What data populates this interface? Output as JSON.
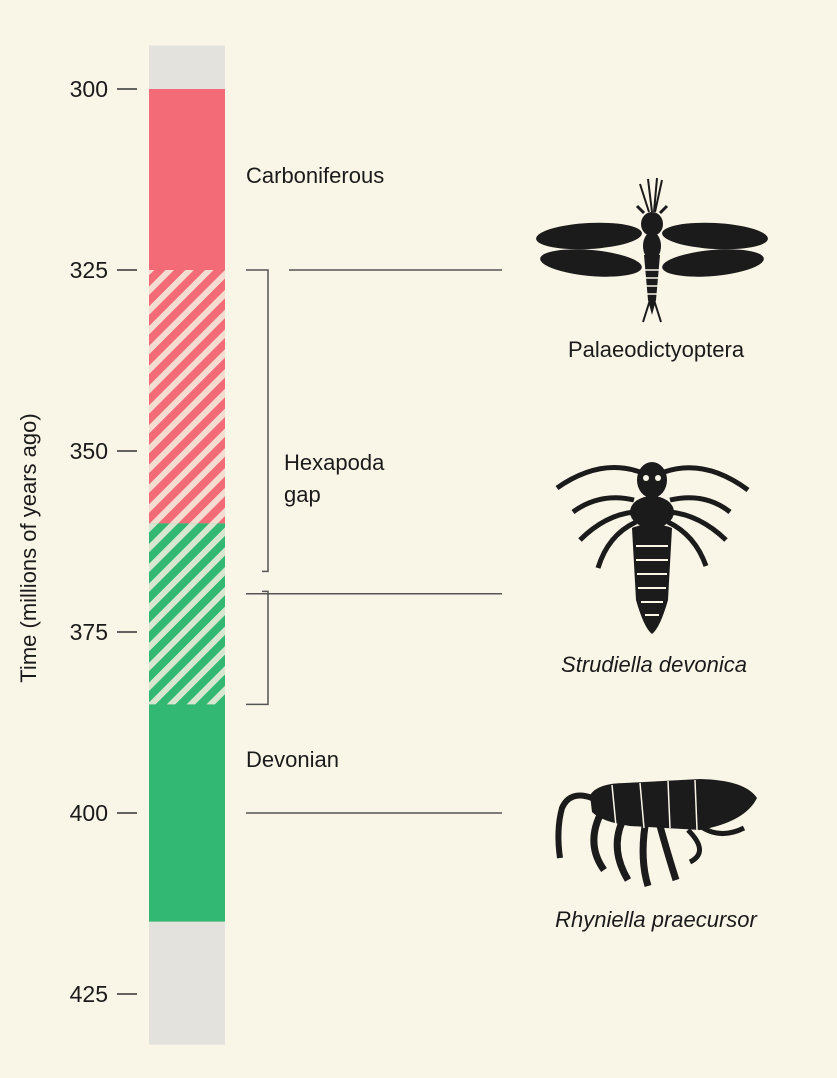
{
  "colors": {
    "background": "#f9f5e7",
    "carboniferous": "#f26b77",
    "devonian": "#32b872",
    "outside_range": "#e3e2dc",
    "hatch_stripe": "#f5f0e1",
    "ink": "#1b1b1b",
    "line": "#555555"
  },
  "axis": {
    "label": "Time (millions of years ago)",
    "min": 294,
    "max": 432,
    "ticks": [
      300,
      325,
      350,
      375,
      400,
      425
    ]
  },
  "periods": [
    {
      "name": "Carboniferous",
      "start": 300,
      "end": 360,
      "hatched_from": 325,
      "color_key": "carboniferous"
    },
    {
      "name": "Devonian",
      "start": 360,
      "end": 415,
      "hatched_until": 385,
      "color_key": "devonian"
    }
  ],
  "gap": {
    "label_line1": "Hexapoda",
    "label_line2": "gap",
    "start": 325,
    "end": 385,
    "split_at": 368
  },
  "fossils": [
    {
      "name": "Palaeodictyoptera",
      "italic": false,
      "age": 325,
      "icon": "palaeodictyoptera-silhouette-icon"
    },
    {
      "name": "Strudiella devonica",
      "italic": true,
      "age": 370,
      "icon": "strudiella-silhouette-icon"
    },
    {
      "name": "Rhyniella praecursor",
      "italic": true,
      "age": 400,
      "icon": "rhyniella-silhouette-icon"
    }
  ]
}
